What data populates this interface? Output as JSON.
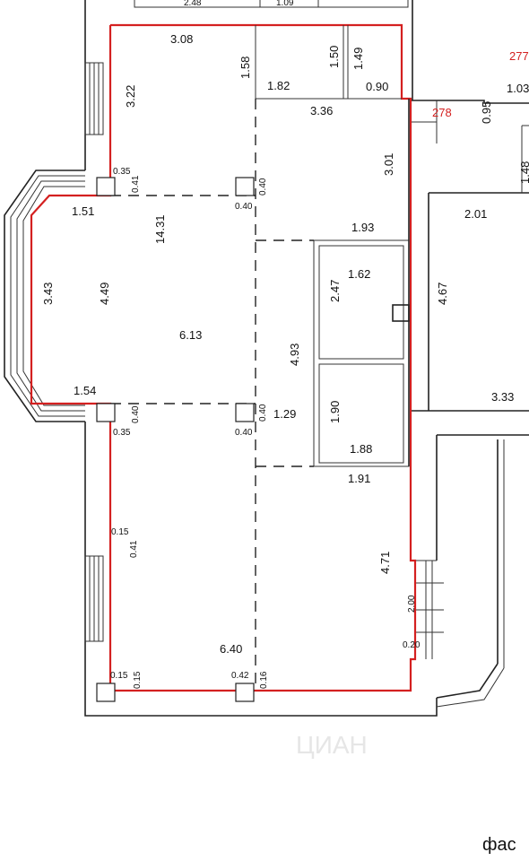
{
  "watermark": "ЦИАН",
  "caption": "фас",
  "room_numbers": [
    "277",
    "278"
  ],
  "dimensions": {
    "d_248": "2.48",
    "d_109": "1.09",
    "d_308": "3.08",
    "d_158": "1.58",
    "d_150": "1.50",
    "d_149": "1.49",
    "d_182": "1.82",
    "d_090": "0.90",
    "d_322": "3.22",
    "d_336": "3.36",
    "d_095": "0.95",
    "d_103": "1.03",
    "d_301": "3.01",
    "d_148": "1.48",
    "d_035a": "0.35",
    "d_041a": "0.41",
    "d_040a": "0.40",
    "d_040b": "0.40",
    "d_151": "1.51",
    "d_1431": "14.31",
    "d_201": "2.01",
    "d_193": "1.93",
    "d_343": "3.43",
    "d_449": "4.49",
    "d_247": "2.47",
    "d_162": "1.62",
    "d_467": "4.67",
    "d_613": "6.13",
    "d_493": "4.93",
    "d_154": "1.54",
    "d_333": "3.33",
    "d_040c": "0.40",
    "d_040d": "0.40",
    "d_129": "1.29",
    "d_190": "1.90",
    "d_035b": "0.35",
    "d_040e": "0.40",
    "d_188": "1.88",
    "d_191": "1.91",
    "d_015a": "0.15",
    "d_041b": "0.41",
    "d_471": "4.71",
    "d_200": "2.00",
    "d_020": "0.20",
    "d_640": "6.40",
    "d_015b": "0.15",
    "d_015c": "0.15",
    "d_042": "0.42",
    "d_016": "0.16"
  }
}
